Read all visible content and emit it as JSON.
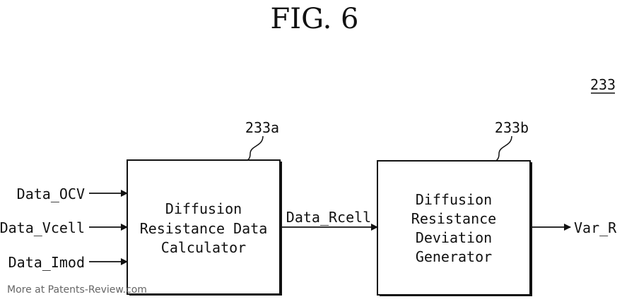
{
  "figure": {
    "title": "FIG. 6",
    "reference": "233"
  },
  "blocks": {
    "calculator": {
      "ref": "233a",
      "lines": [
        "Diffusion",
        "Resistance Data",
        "Calculator"
      ]
    },
    "generator": {
      "ref": "233b",
      "lines": [
        "Diffusion",
        "Resistance",
        "Deviation",
        "Generator"
      ]
    }
  },
  "signals": {
    "input_ocv": "Data_OCV",
    "input_vcell": "Data_Vcell",
    "input_imod": "Data_Imod",
    "middle": "Data_Rcell",
    "output": "Var_R"
  },
  "watermark": "More at Patents-Review.com"
}
